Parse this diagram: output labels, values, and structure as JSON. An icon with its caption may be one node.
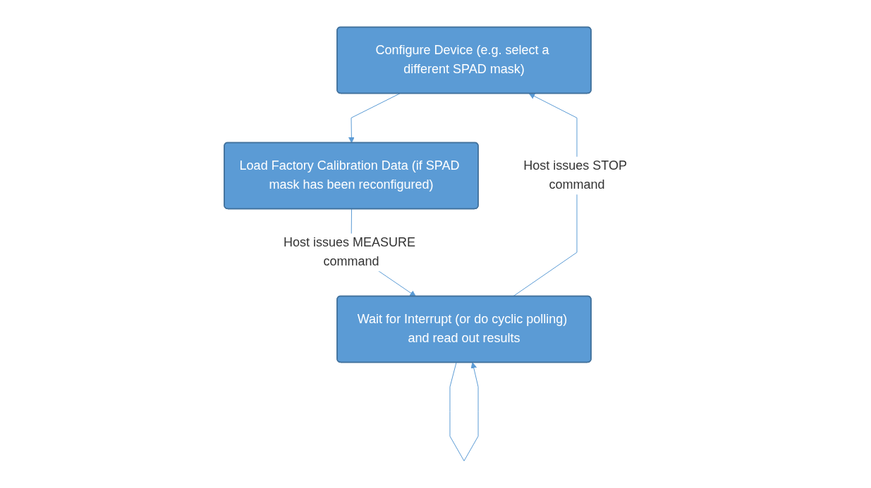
{
  "diagram": {
    "nodes": [
      {
        "text": [
          "Configure Device (e.g. select a different SPAD mask)"
        ]
      },
      {
        "text": [
          "Load Factory Calibration Data (if SPAD mask has been reconfigured)"
        ]
      },
      {
        "text": [
          "Wait for Interrupt (or do cyclic polling) and read out results"
        ]
      }
    ],
    "edges": [
      {
        "from": 0,
        "to": 1,
        "arrow": "to"
      },
      {
        "from": 1,
        "to": 2,
        "arrow": "to",
        "label": "Host issues MEASURE command"
      },
      {
        "from": 2,
        "to": 2,
        "arrow": "to"
      },
      {
        "from": 2,
        "to": 0,
        "arrow": "to",
        "label": "Host issues STOP command"
      }
    ]
  }
}
